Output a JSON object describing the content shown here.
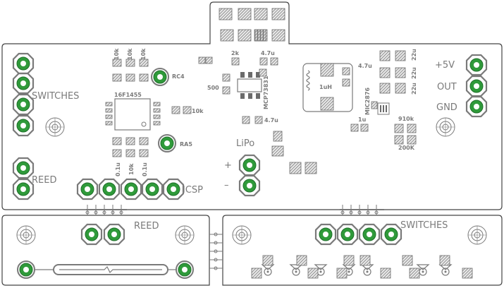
{
  "board": {
    "colors": {
      "outline": "#444444",
      "silk": "#7a7a7a",
      "pad_ring": "#7a7a7a",
      "pad_green": "#2f9a3a",
      "pad_dark": "#1f6f2a",
      "smd": "#6b6b6b",
      "hole": "#ffffff"
    }
  },
  "labels": {
    "switches_left": "SWITCHES",
    "reed_left": "REED",
    "icsp": "ICSP",
    "lipo": "LiPo",
    "plus": "+",
    "minus": "–",
    "plus5v": "+5V",
    "out": "OUT",
    "gnd": "GND",
    "reed_bottom": "REED",
    "switches_bottom": "SWITCHES"
  },
  "components": {
    "rc4": "RC4",
    "ra5": "RA5",
    "mcu": "16F1455",
    "regulator": "MCP73831",
    "boost": "MIC2876",
    "inductor": "1uH",
    "r_10k_a": "10k",
    "r_10k_b": "10k",
    "r_10k_c": "10k",
    "r_10k_d": "10k",
    "r_10k_e": "10k",
    "c_01u_a": "0.1u",
    "c_01u_b": "0.1u",
    "r_2k": "2k",
    "c_47u_a": "4.7u",
    "c_47u_b": "4.7u",
    "c_47u_c": "4.7u",
    "c_22u_a": "22u",
    "c_22u_b": "22u",
    "c_22u_c": "22u",
    "r_500": "500",
    "r_910k": "910k",
    "r_200k": "200K",
    "c_1u": "1u"
  },
  "icons": {
    "mount_hole": "mounting-hole-icon",
    "pad": "through-hole-pad-icon",
    "reed_switch": "reed-switch-icon",
    "led": "led-icon"
  }
}
